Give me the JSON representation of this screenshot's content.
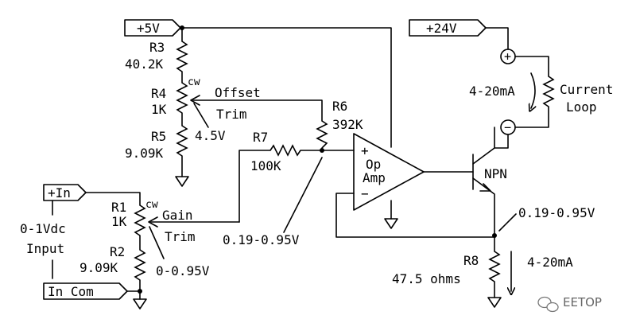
{
  "ports": {
    "plus5v": "+5V",
    "plus24v": "+24V",
    "plus_in": "+In",
    "in_com": "In Com"
  },
  "components": {
    "r3": {
      "ref": "R3",
      "value": "40.2K"
    },
    "r4": {
      "ref": "R4",
      "value": "1K",
      "cw": "cw"
    },
    "r5": {
      "ref": "R5",
      "value": "9.09K"
    },
    "r6": {
      "ref": "R6",
      "value": "392K"
    },
    "r7": {
      "ref": "R7",
      "value": "100K"
    },
    "r1": {
      "ref": "R1",
      "value": "1K",
      "cw": "cw"
    },
    "r2": {
      "ref": "R2",
      "value": "9.09K"
    },
    "r8": {
      "ref": "R8",
      "value": "47.5 ohms"
    },
    "opamp": {
      "plus": "+",
      "minus": "−",
      "line1": "Op",
      "line2": "Amp"
    },
    "transistor": {
      "type": "NPN"
    }
  },
  "labels": {
    "offset": "Offset",
    "offset_trim": "Trim",
    "offset_voltage": "4.5V",
    "gain": "Gain",
    "gain_trim": "Trim",
    "input_range": "0-1Vdc",
    "input": "Input",
    "wiper_range": "0-0.95V",
    "node_voltage": "0.19-0.95V",
    "emitter_voltage": "0.19-0.95V",
    "loop_current": "4-20mA",
    "r8_current": "4-20mA",
    "current": "Current",
    "loop": "Loop",
    "loop_plus": "+",
    "loop_minus": "−"
  },
  "watermark": "EETOP"
}
